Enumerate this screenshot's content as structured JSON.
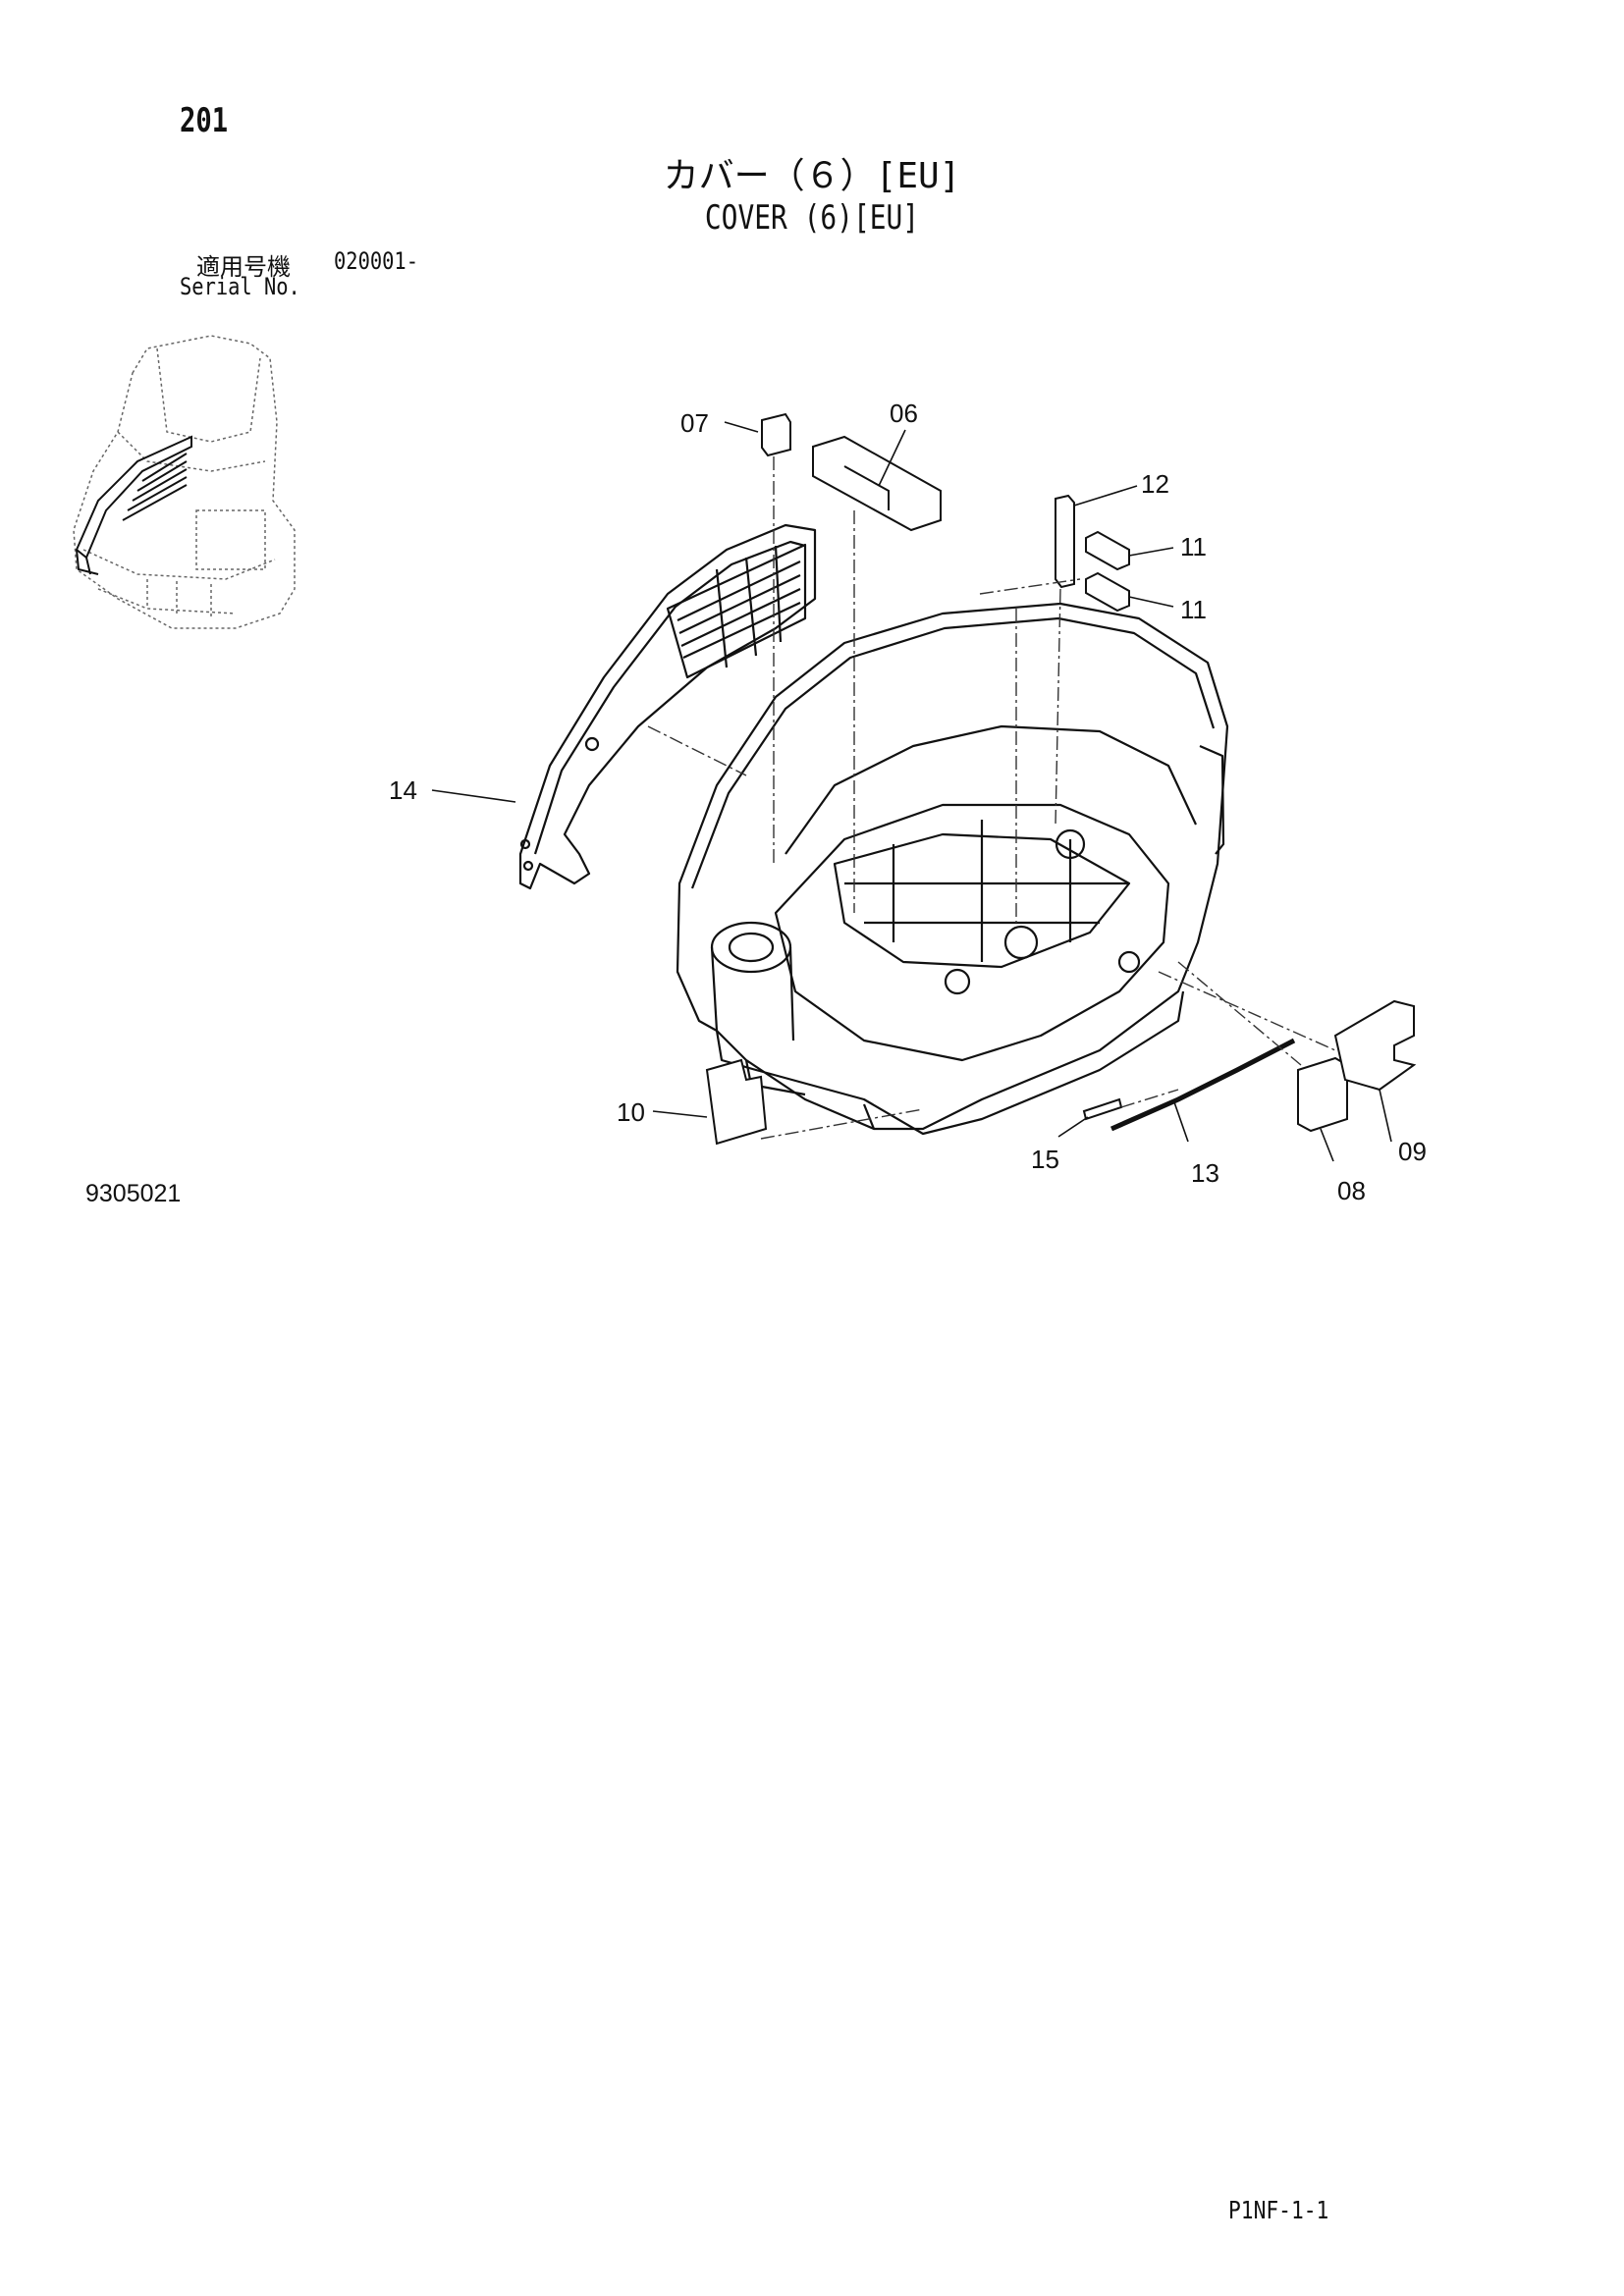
{
  "page": {
    "page_number": "201",
    "title_jp": "カバー（６）[EU]",
    "title_en": "COVER (6)[EU]",
    "serial_label_jp": "適用号機",
    "serial_value": "020001-",
    "serial_label_en": "Serial No.",
    "drawing_number": "9305021",
    "page_code": "P1NF-1-1"
  },
  "callouts": [
    {
      "id": "07",
      "label": "07"
    },
    {
      "id": "06",
      "label": "06"
    },
    {
      "id": "12",
      "label": "12"
    },
    {
      "id": "11a",
      "label": "11"
    },
    {
      "id": "11b",
      "label": "11"
    },
    {
      "id": "14",
      "label": "14"
    },
    {
      "id": "10",
      "label": "10"
    },
    {
      "id": "15",
      "label": "15"
    },
    {
      "id": "13",
      "label": "13"
    },
    {
      "id": "08",
      "label": "08"
    },
    {
      "id": "09",
      "label": "09"
    }
  ]
}
